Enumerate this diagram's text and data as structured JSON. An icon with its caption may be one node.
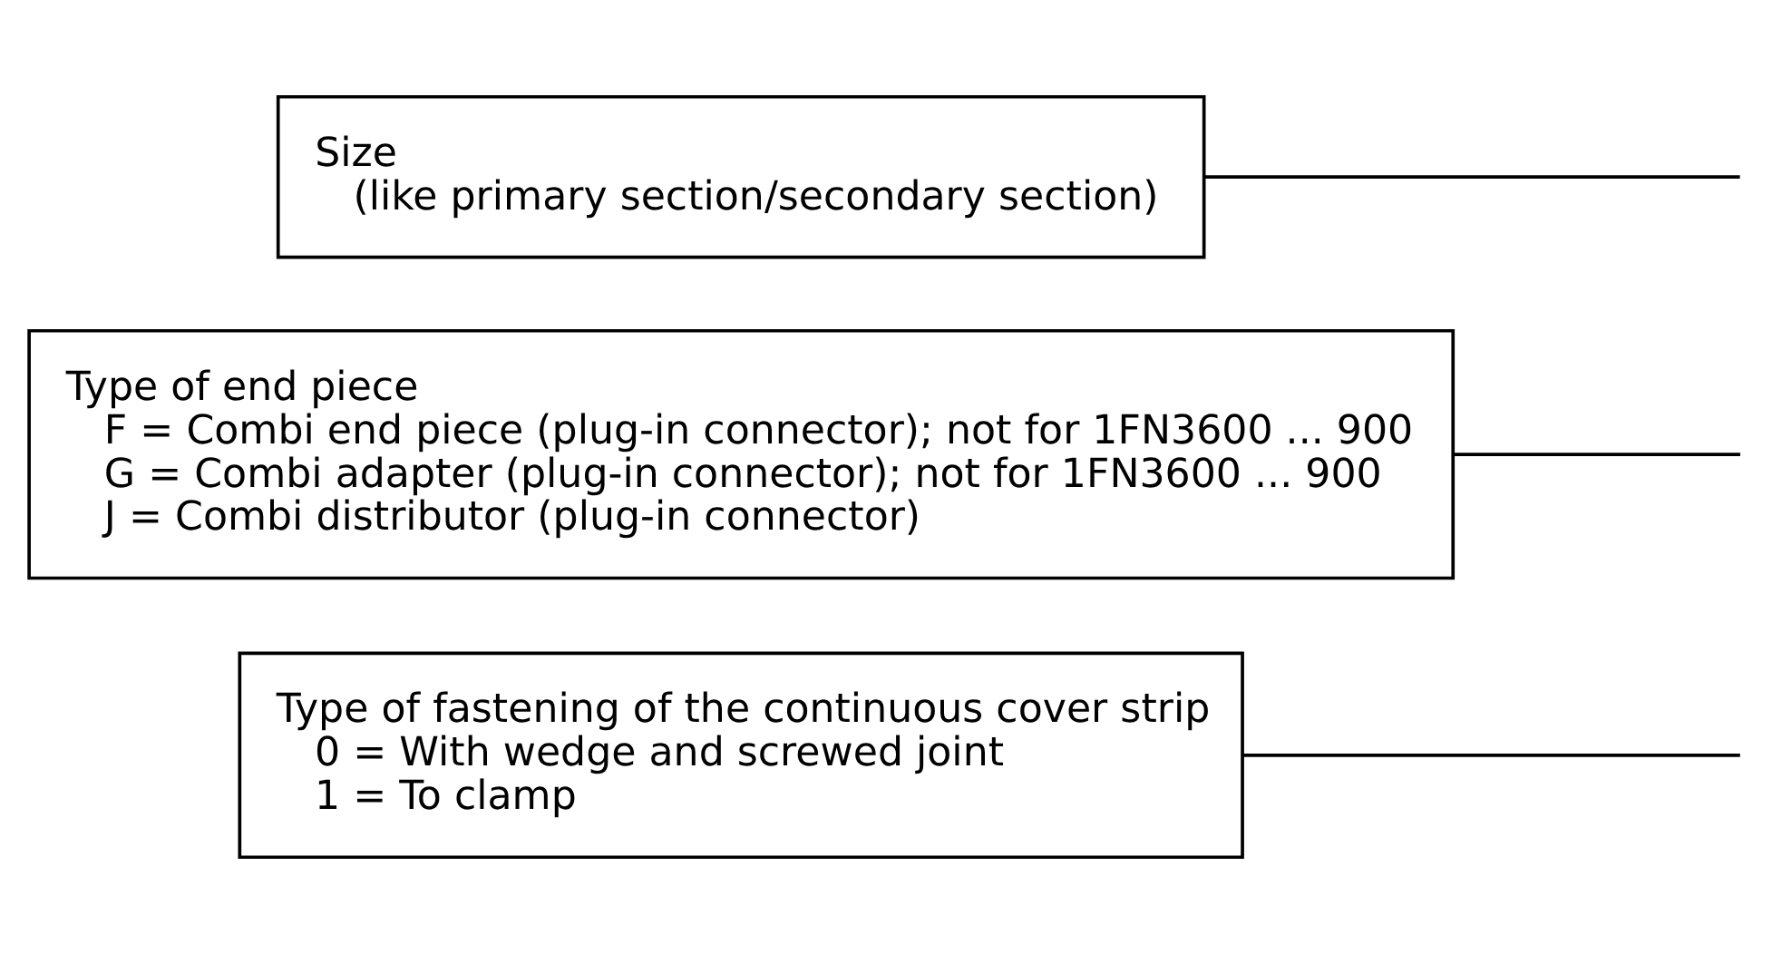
{
  "diagram": {
    "nodes": [
      {
        "text": [
          "Size",
          "(like primary section/secondary section)"
        ]
      },
      {
        "text": [
          "Type of end piece",
          "F = Combi end piece (plug-in connector); not for 1FN3600 ... 900",
          "G = Combi adapter (plug-in connector); not for 1FN3600 ... 900",
          "J = Combi distributor (plug-in connector)"
        ]
      },
      {
        "text": [
          "Type of fastening of the continuous cover strip",
          "0 = With wedge and screwed joint",
          "1 = To clamp"
        ]
      }
    ],
    "edges": [
      {
        "from": 0,
        "to": null,
        "arrow": "none"
      },
      {
        "from": 1,
        "to": null,
        "arrow": "none"
      },
      {
        "from": 2,
        "to": null,
        "arrow": "none"
      }
    ]
  }
}
